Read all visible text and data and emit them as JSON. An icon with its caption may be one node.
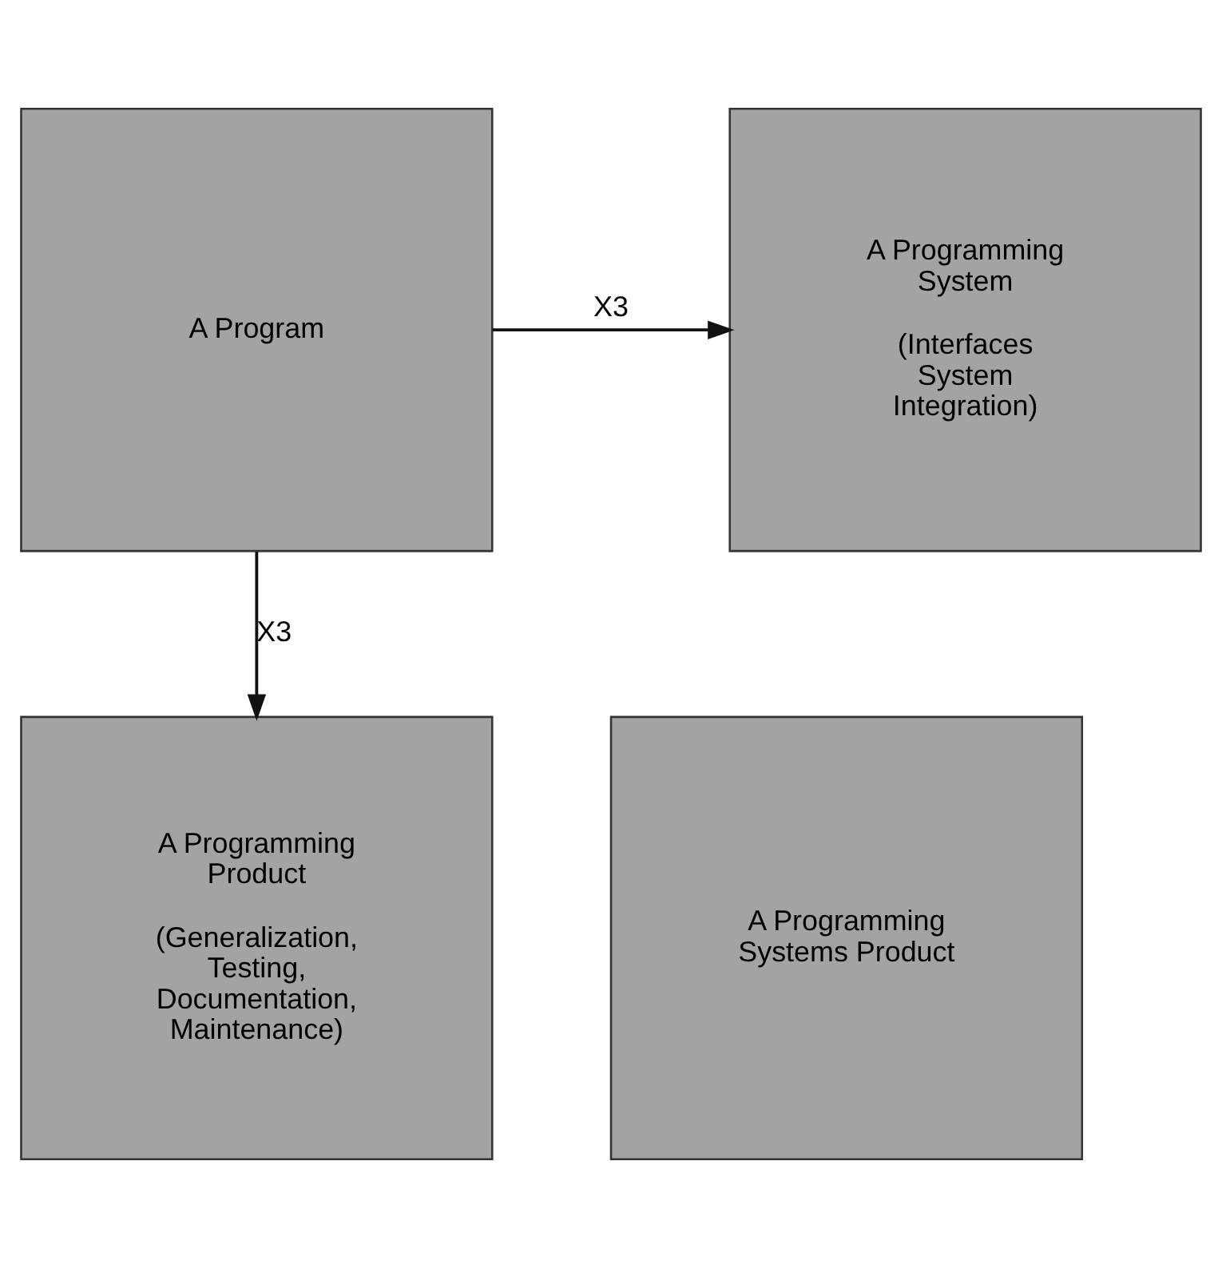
{
  "diagram": {
    "nodes": [
      {
        "text": [
          "A Program"
        ]
      },
      {
        "text": [
          "A Programming System",
          "(Interfaces System Integration)"
        ]
      },
      {
        "text": [
          "A Programming Product",
          "(Generalization, Testing, Documentation, Maintenance)"
        ]
      },
      {
        "text": [
          "A Programming Systems Product"
        ]
      }
    ],
    "edges": [
      {
        "from": 0,
        "to": 1,
        "arrow": "to",
        "label": "X3"
      },
      {
        "from": 0,
        "to": 2,
        "arrow": "to",
        "label": "X3"
      }
    ]
  }
}
